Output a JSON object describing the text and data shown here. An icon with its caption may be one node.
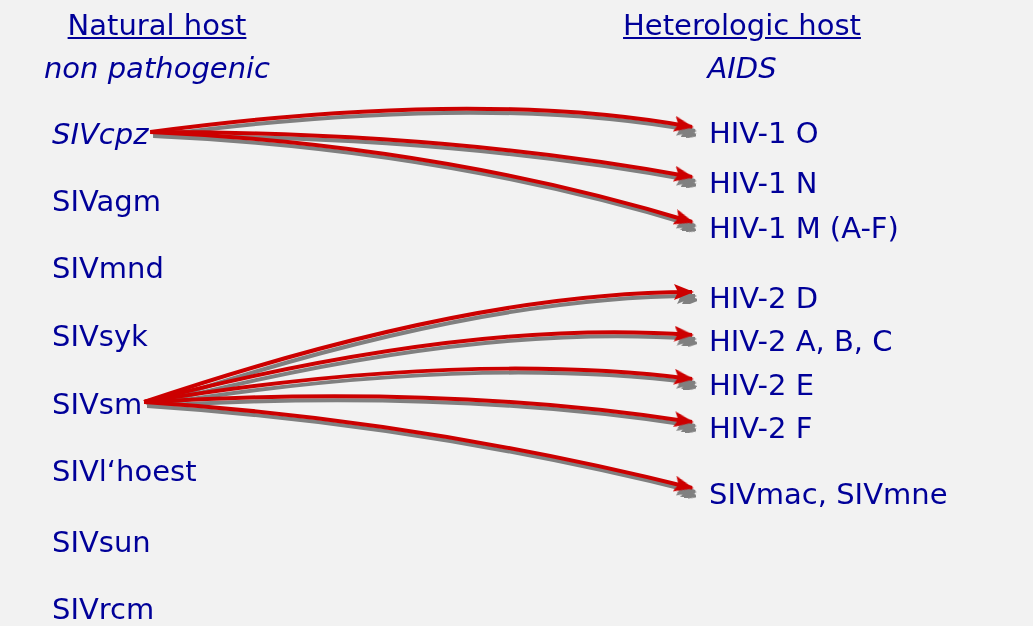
{
  "diagram": {
    "nodes": [
      {
        "text": [
          "SIVcpz"
        ]
      },
      {
        "text": [
          "SIVagm"
        ]
      },
      {
        "text": [
          "SIVmnd"
        ]
      },
      {
        "text": [
          "SIVsyk"
        ]
      },
      {
        "text": [
          "SIVsm"
        ]
      },
      {
        "text": [
          "SIVl‘hoest"
        ]
      },
      {
        "text": [
          "SIVsun"
        ]
      },
      {
        "text": [
          "SIVrcm"
        ]
      },
      {
        "text": [
          "HIV-1 O"
        ]
      },
      {
        "text": [
          "HIV-1 N"
        ]
      },
      {
        "text": [
          "HIV-1 M (A-F)"
        ]
      },
      {
        "text": [
          "HIV-2 D"
        ]
      },
      {
        "text": [
          "HIV-2 A, B, C"
        ]
      },
      {
        "text": [
          "HIV-2 E"
        ]
      },
      {
        "text": [
          "HIV-2 F"
        ]
      },
      {
        "text": [
          "SIVmac, SIVmne"
        ]
      }
    ],
    "edges": [
      {
        "from": 0,
        "to": 8,
        "arrow": "to"
      },
      {
        "from": 0,
        "to": 9,
        "arrow": "to"
      },
      {
        "from": 0,
        "to": 10,
        "arrow": "to"
      },
      {
        "from": 4,
        "to": 11,
        "arrow": "to"
      },
      {
        "from": 4,
        "to": 12,
        "arrow": "to"
      },
      {
        "from": 4,
        "to": 13,
        "arrow": "to"
      },
      {
        "from": 4,
        "to": 14,
        "arrow": "to"
      },
      {
        "from": 4,
        "to": 15,
        "arrow": "to"
      }
    ],
    "labels": [
      "Natural host",
      "non pathogenic",
      "Heterologic host",
      "AIDS"
    ]
  }
}
